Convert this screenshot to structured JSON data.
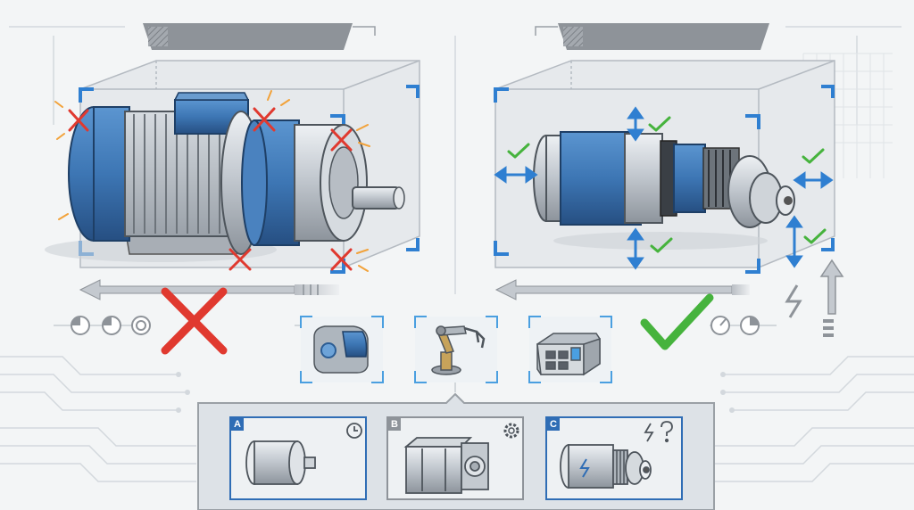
{
  "palette": {
    "blue": "#3f78b5",
    "blue_dark": "#2c5d94",
    "frame_blue": "#2f7fd1",
    "steel": "#c6ccd3",
    "reject_red": "#e0392f",
    "approve_green": "#46b33d",
    "header_gray": "#8e9399",
    "background": "#f3f5f6"
  },
  "left_panel": {
    "verdict": "rejected",
    "verdict_icon": "red-x-icon",
    "subject_icon": "bulky-motor-gearbox-icon",
    "progress_icon": "partial-pie-icon"
  },
  "right_panel": {
    "verdict": "approved",
    "verdict_icon": "green-check-icon",
    "subject_icon": "compact-inline-servo-icon",
    "indicator_icons": [
      "gauge-icon",
      "pie-icon",
      "lightning-icon",
      "up-arrow-icon"
    ]
  },
  "applications": [
    {
      "icon": "motor-housing-icon"
    },
    {
      "icon": "robot-arm-icon"
    },
    {
      "icon": "control-module-icon"
    }
  ],
  "options": [
    {
      "label": "A",
      "badge_color": "#2f6db5",
      "icon": "clock-icon",
      "subject_icon": "small-cylinder-motor-icon"
    },
    {
      "label": "B",
      "badge_color": "#8e9399",
      "icon": "gear-icon",
      "subject_icon": "stepper-motor-icon"
    },
    {
      "label": "C",
      "badge_color": "#2f6db5",
      "icon": "lightning-question-icon",
      "subject_icon": "integrated-servo-icon"
    }
  ]
}
